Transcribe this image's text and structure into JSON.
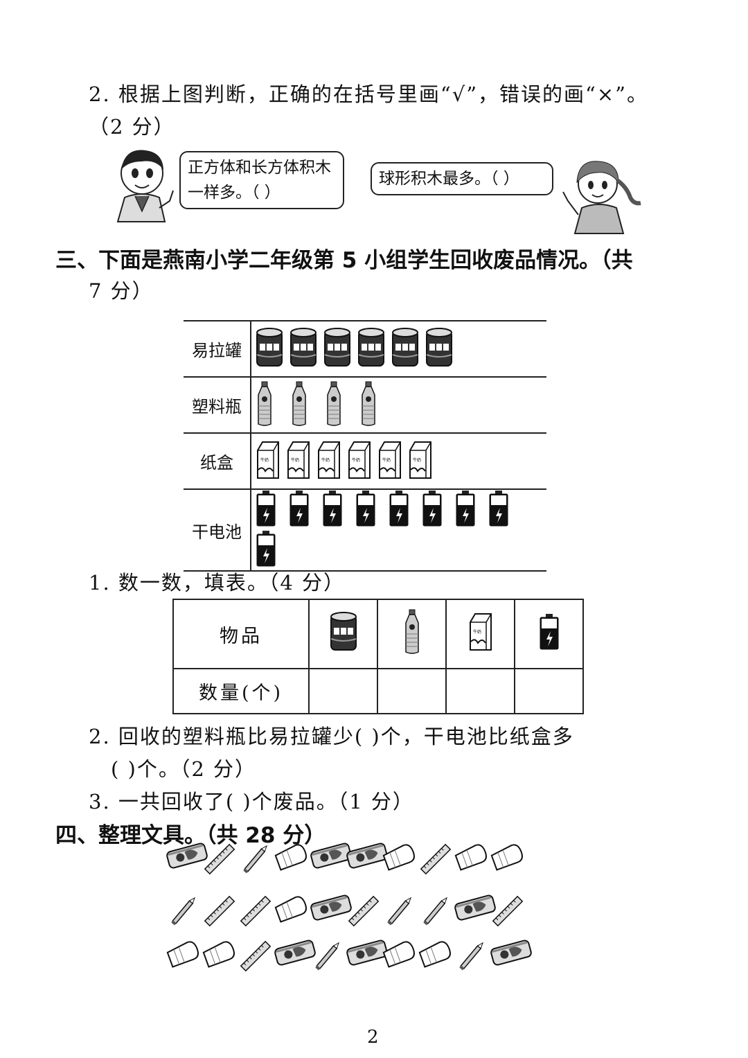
{
  "q2": {
    "line1": "2. 根据上图判断，正确的在括号里画“√”，错误的画“×”。",
    "line2": "（2 分）",
    "boy_speech": "正方体和长方体积木一样多。（    ）",
    "girl_speech": "球形积木最多。（    ）"
  },
  "section3": {
    "title_line1": "三、下面是燕南小学二年级第 5 小组学生回收废品情况。（共",
    "title_line2": "7 分）",
    "categories": [
      "易拉罐",
      "塑料瓶",
      "纸盒",
      "干电池"
    ],
    "counts": [
      6,
      4,
      6,
      9
    ],
    "q1": "1. 数一数，填表。（4 分）",
    "table_header": "物品",
    "table_row_label": "数量(个)",
    "q2_line1": "2. 回收的塑料瓶比易拉罐少(      )个，干电池比纸盒多",
    "q2_line2": "(      )个。（2 分）",
    "q3": "3. 一共回收了(      )个废品。（1 分）"
  },
  "section4": {
    "title": "四、整理文具。（共 28 分）",
    "rows": [
      [
        "pencil-case",
        "ruler",
        "pencil",
        "eraser",
        "pencil-case",
        "pencil-case",
        "eraser",
        "ruler",
        "eraser",
        "eraser"
      ],
      [
        "pencil",
        "ruler",
        "ruler",
        "eraser",
        "pencil-case",
        "ruler",
        "pencil",
        "pencil",
        "pencil-case",
        "ruler"
      ],
      [
        "eraser",
        "eraser",
        "ruler",
        "pencil-case",
        "pencil",
        "pencil-case",
        "eraser",
        "eraser",
        "pencil",
        "pencil-case"
      ]
    ]
  },
  "page_number": "2"
}
